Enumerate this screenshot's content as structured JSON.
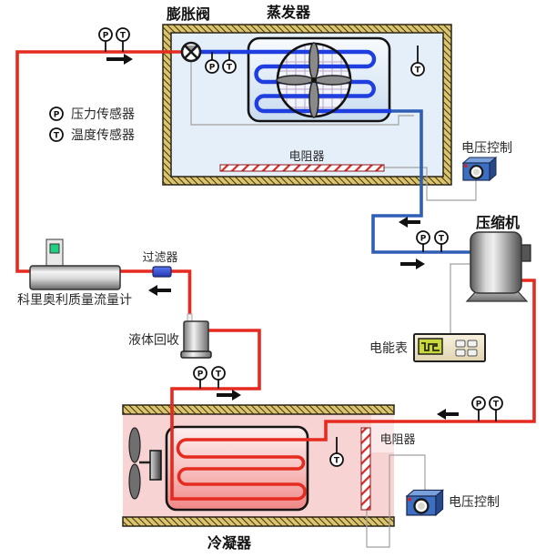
{
  "legend": [
    {
      "symbol": "P",
      "label": "压力传感器"
    },
    {
      "symbol": "T",
      "label": "温度传感器"
    }
  ],
  "sensor_symbols": {
    "pressure": "P",
    "temperature": "T"
  },
  "labels": {
    "expansion_valve": "膨胀阀",
    "evaporator": "蒸发器",
    "evaporator_heater": "电阻器",
    "evaporator_voltage_control": "电压控制",
    "compressor": "压缩机",
    "energy_meter": "电能表",
    "condenser": "冷凝器",
    "condenser_heater": "电阻器",
    "condenser_voltage_control": "电压控制",
    "liquid_recovery": "液体回收",
    "filter": "过滤器",
    "flowmeter": "科里奥利质量流量计"
  },
  "colors": {
    "hot_line": "#e52a1f",
    "cold_line": "#1f3ee0",
    "suction_line": "#2f5fb5",
    "insulation_wall": "#dcc46a",
    "evaporator_chamber": "#e5eff9",
    "condenser_chamber": "#f8d3d3",
    "heater_stripe": "#d82a2a",
    "signal_wire": "#a0a0a0"
  }
}
